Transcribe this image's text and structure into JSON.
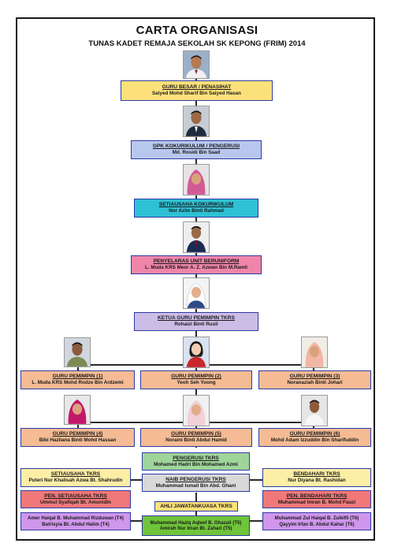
{
  "title": "CARTA ORGANISASI",
  "subtitle": "TUNAS KADET REMAJA SEKOLAH SK KEPONG (FRIM) 2014",
  "colors": {
    "yellow": "#fce17a",
    "blue": "#b8c7ee",
    "cyan": "#2ec0d4",
    "pink": "#ef86a9",
    "lavender": "#cbbde6",
    "peach": "#f4bb94",
    "green": "#9fd59a",
    "grey": "#d9d9d9",
    "paleyellow": "#fdeea6",
    "red": "#f07878",
    "purple": "#cf96ec",
    "limegreen": "#6fc43a",
    "border": "#2d3aa6"
  },
  "nodes": {
    "guru_besar": {
      "role": "GURU BESAR / PENASIHAT",
      "name": "Saiyed Mohd Sharif Bin Saiyed Hasan"
    },
    "gpk": {
      "role": "GPK KOKURIKULUM / PENGERUSI",
      "name": "Md. Rosidi Bin Saad"
    },
    "setiausaha_koku": {
      "role": "SETIAUSAHA KOKURIKULUM",
      "name": "Nor Azlin Binti Rahmad"
    },
    "penyelaras": {
      "role": "PENYELARAS UNIT BERUNIFORM",
      "name": "L. Muda KRS  Meor A. Z. Azwan Bin M.Ramli"
    },
    "ketua": {
      "role": "KETUA GURU PEMIMPIN TKRS",
      "name": "Rohaizi Binti Rusli"
    },
    "gp1": {
      "role": "GURU PEMIMPIN (1)",
      "name": "L. Muda KRS Mohd Rodze Bin Ardzemi"
    },
    "gp2": {
      "role": "GURU PEMIMPIN (2)",
      "name": "Yeoh Seh Yoong"
    },
    "gp3": {
      "role": "GURU PEMIMPIN (3)",
      "name": "Noranaziah Binti Johari"
    },
    "gp4": {
      "role": "GURU PEMIMPIN (4)",
      "name": "Bibi Hazliana Binti Mohd Hassan"
    },
    "gp5": {
      "role": "GURU PEMIMPIN (5)",
      "name": "Noraini Binti Abdul Hamid"
    },
    "gp6": {
      "role": "GURU PEMIMPIN (6)",
      "name": "Mohd Adam Izzuddin Bin Sharifuddin"
    },
    "pengerusi": {
      "role": "PENGERUSI TKRS",
      "name": "Mohamed Hadri Bin Mohamed Azmi"
    },
    "naib": {
      "role": "NAIB PENGERUSI TKRS",
      "name": "Muhammad Ismail Bin Abd. Ghani"
    },
    "setiausaha_tkrs": {
      "role": "SETIAUSAHA TKRS",
      "name": "Puteri Nur Khalisah Azwa Bt. Shahrudin"
    },
    "bendahari": {
      "role": "BENDAHARI TKRS",
      "name": "Nur Diyana Bt. Rashidan"
    },
    "pen_setiausaha": {
      "role": "PEN. SETIAUSAHA TKRS",
      "name": "Ummul Syafiqah Bt. Amunidin"
    },
    "pen_bendahari": {
      "role": "PEN. BENDAHARI TKRS",
      "name": "Muhammad Imran B. Mohd Fauzi"
    },
    "ajk": {
      "label": "AHLI JAWATANKUASA TKRS"
    },
    "ajk_left": {
      "line1": "Amer Haiqal B. Muhammad Rizduwan (T4)",
      "line2": "Batrisyia Bt. Abdul Halim (T4)"
    },
    "ajk_center": {
      "line1": "Muhammad Haziq Aqleef B. Ghazali (T5)",
      "line2": "Amirah Nur Iman Bt. Zahari (T5)"
    },
    "ajk_right": {
      "line1": "Muhammad Zul Haiqal B. Zulkifli (T6)",
      "line2": "Qayyim Irfan B. Abdul Kahar (T6)"
    }
  }
}
